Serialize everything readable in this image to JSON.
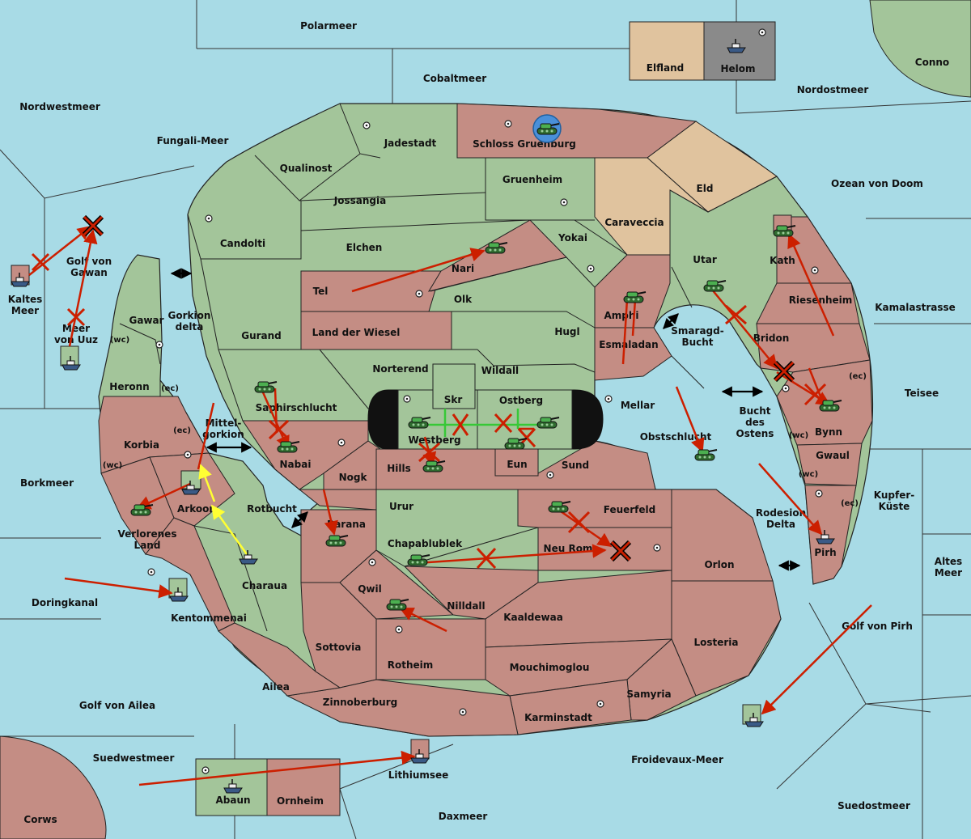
{
  "colors": {
    "sea": "#a8dbe6",
    "land_green": "#a3c59a",
    "land_red": "#c48d84",
    "land_tan": "#e0c39e",
    "helom_gray": "#8a8a8a",
    "border": "#222222",
    "order_red": "#cc1f00",
    "support_green": "#37c837",
    "order_yellow": "#ffff33"
  },
  "seas": {
    "polarmeer": "Polarmeer",
    "cobaltmeer": "Cobaltmeer",
    "nordwestmeer": "Nordwestmeer",
    "fungali": "Fungali-Meer",
    "nordostmeer": "Nordostmeer",
    "conno": "Conno",
    "ozean": "Ozean von Doom",
    "kamala": "Kamalastrasse",
    "teisee": "Teisee",
    "kupfer": "Kupfer-",
    "kupfer2": "Küste",
    "altes": "Altes",
    "altes2": "Meer",
    "golfpirh": "Golf von Pirh",
    "suedost": "Suedostmeer",
    "froidevaux": "Froidevaux-Meer",
    "daxmeer": "Daxmeer",
    "suedwest": "Suedwestmeer",
    "corws": "Corws",
    "golfailea": "Golf von Ailea",
    "doringkanal": "Doringkanal",
    "borkmeer": "Borkmeer",
    "kaltes": "Kaltes",
    "kaltes2": "Meer",
    "golfgawan": "Golf von",
    "golfgawan2": "Gawan",
    "meeruuz": "Meer",
    "meeruuz2": "von Uuz",
    "gorkion": "Gorkion",
    "gorkion2": "delta",
    "mittel": "Mittel-",
    "mittel2": "gorkion",
    "rotbucht": "Rotbucht",
    "smaragd": "Smaragd-",
    "smaragd2": "Bucht",
    "bucht": "Bucht",
    "bucht2": "des",
    "bucht3": "Ostens",
    "rodesion": "Rodesion",
    "rodesion2": "Delta",
    "lithiumsee": "Lithiumsee"
  },
  "lands": {
    "elfland": "Elfland",
    "helom": "Helom",
    "jadestadt": "Jadestadt",
    "schloss": "Schloss Gruenburg",
    "qualinost": "Qualinost",
    "jossangia": "Jossangia",
    "gruenheim": "Gruenheim",
    "eld": "Eld",
    "candolti": "Candolti",
    "elchen": "Elchen",
    "caraveccia": "Caraveccia",
    "yokai": "Yokai",
    "nari": "Nari",
    "tel": "Tel",
    "olk": "Olk",
    "utar": "Utar",
    "kath": "Kath",
    "amphi": "Amphi",
    "riesenheim": "Riesenheim",
    "gawar": "Gawar",
    "gurand": "Gurand",
    "landwiesel": "Land der Wiesel",
    "hugl": "Hugl",
    "esmaladan": "Esmaladan",
    "bridon": "Bridon",
    "norterend": "Norterend",
    "wildall": "Wildall",
    "heronn": "Heronn",
    "skr": "Skr",
    "ostberg": "Ostberg",
    "mellar": "Mellar",
    "saphir": "Saphirschlucht",
    "westberg": "Westberg",
    "bynn": "Bynn",
    "korbia": "Korbia",
    "nabai": "Nabai",
    "obstschlucht": "Obstschlucht",
    "gwaul": "Gwaul",
    "hills": "Hills",
    "eun": "Eun",
    "sund": "Sund",
    "nogk": "Nogk",
    "arkoon": "Arkoon",
    "urur": "Urur",
    "feuerfeld": "Feuerfeld",
    "verlorenes": "Verlorenes",
    "verlorenes2": "Land",
    "barana": "Barana",
    "chapa": "Chapablublek",
    "neurom": "Neu Rom",
    "pirh": "Pirh",
    "orlon": "Orlon",
    "charaua": "Charaua",
    "qwil": "Qwil",
    "nilldall": "Nilldall",
    "kaaldewaa": "Kaaldewaa",
    "kentommenai": "Kentommenai",
    "losteria": "Losteria",
    "sottovia": "Sottovia",
    "rotheim": "Rotheim",
    "mouchi": "Mouchimoglou",
    "ailea": "Ailea",
    "samyria": "Samyria",
    "zinnoberburg": "Zinnoberburg",
    "karminstadt": "Karminstadt",
    "abaun": "Abaun",
    "ornheim": "Ornheim"
  },
  "coasts": {
    "wc": "(wc)",
    "ec": "(ec)"
  },
  "icons": {
    "army": "tank-icon",
    "fleet": "ship-icon",
    "supply": "supply-center-icon",
    "failed": "failed-order-icon",
    "dislodged": "dislodged-unit-icon",
    "canal": "double-arrow-icon"
  }
}
